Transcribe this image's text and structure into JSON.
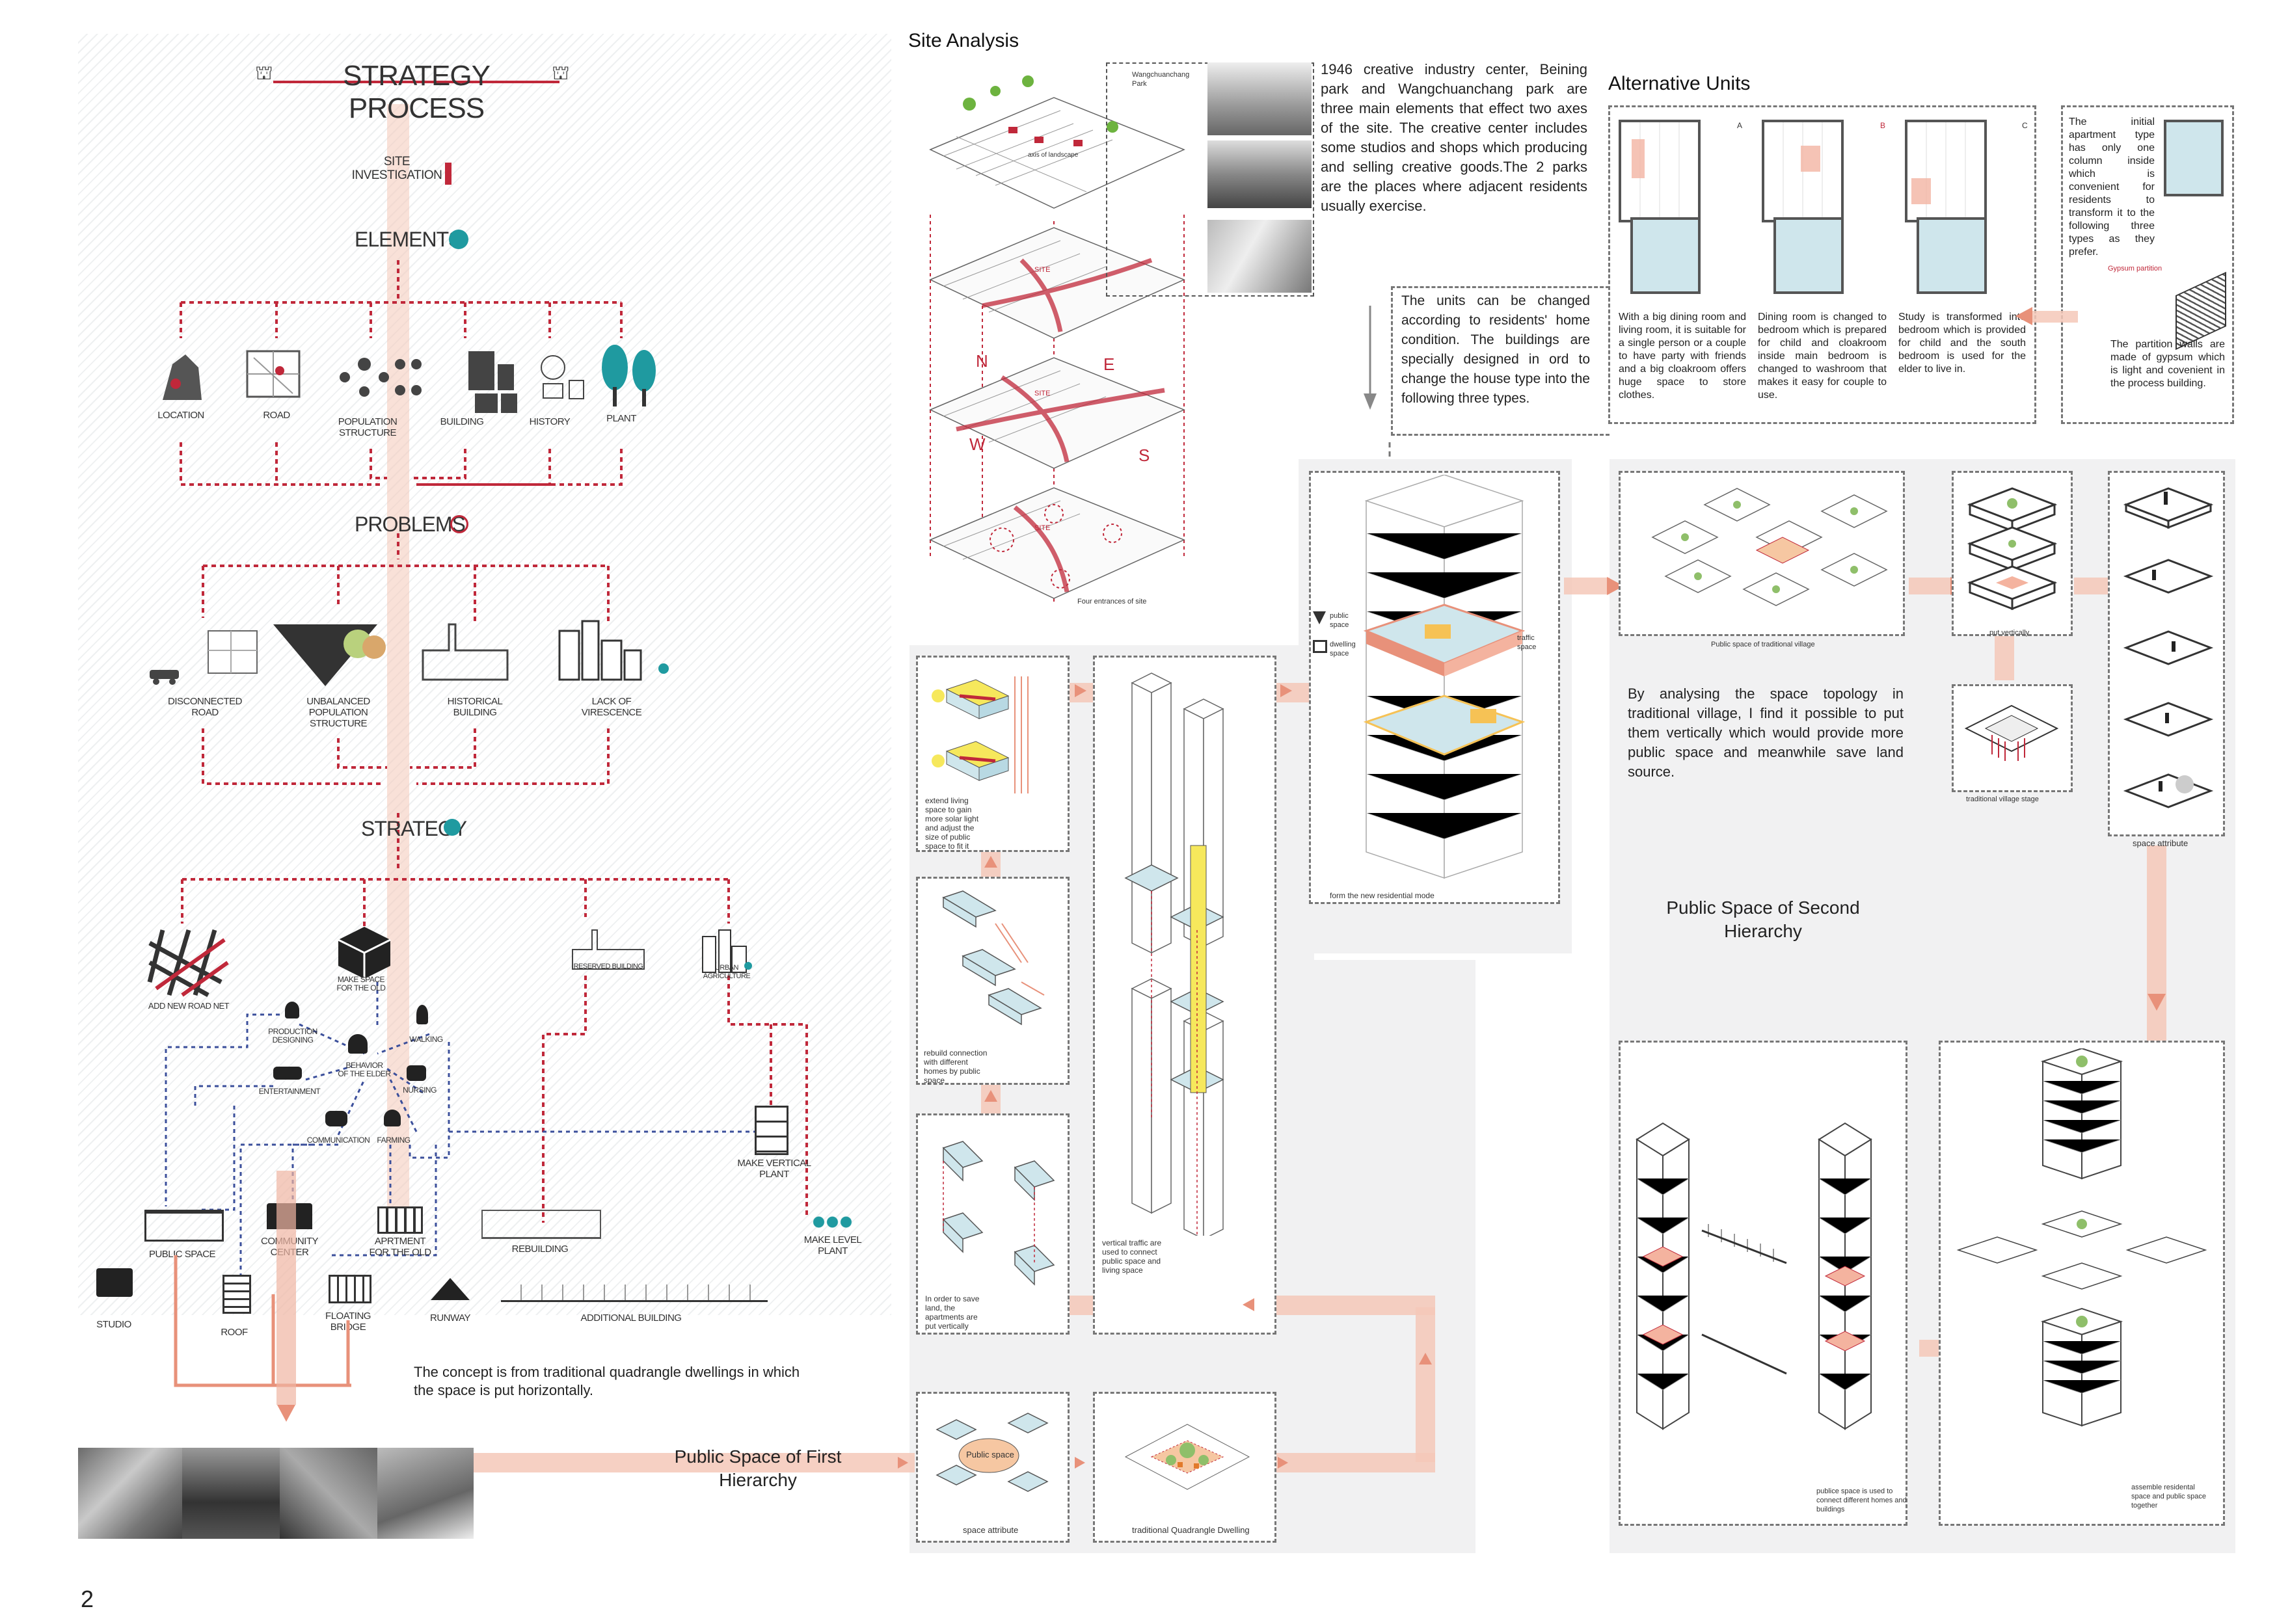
{
  "strategy": {
    "title": "STRATEGY PROCESS",
    "site_investigation": "SITE\nINVESTIGATION",
    "elements_title": "ELEMENTS",
    "elements": [
      "LOCATION",
      "ROAD",
      "POPULATION\nSTRUCTURE",
      "BUILDING",
      "HISTORY",
      "PLANT"
    ],
    "problems_title": "PROBLEMS",
    "problems": [
      "DISCONNECTED\nROAD",
      "UNBALANCED\nPOPULATION\nSTRUCTURE",
      "HISTORICAL\nBUILDING",
      "LACK OF\nVIRESCENCE"
    ],
    "strategy_title": "STRATEGY",
    "strategies": [
      "ADD NEW ROAD NET",
      "MAKE SPACE\nFOR THE OLD",
      "RESERVED BUILDING",
      "URBAN\nAGRICULTURE"
    ],
    "behaviors": [
      "PRODUCTION\nDESIGNING",
      "WALKING",
      "BEHAVIOR\nOF THE ELDER",
      "ENTERTAINMENT",
      "NURSING",
      "COMMUNICATION",
      "FARMING"
    ],
    "outcomes": [
      "MAKE VERTICAL\nPLANT",
      "PUBLIC SPACE",
      "COMMUNITY\nCENTER",
      "APRTMENT\nFOR THE OLD",
      "REBUILDING",
      "MAKE LEVEL\nPLANT",
      "STUDIO",
      "ROOF",
      "FLOATING\nBRIDGE",
      "RUNWAY",
      "ADDITIONAL BUILDING"
    ],
    "concept_text": "The concept is from traditional quadrangle dwellings in which the space is put horizontally."
  },
  "site_analysis": {
    "title": "Site Analysis",
    "text": "1946 creative industry center, Beining park and Wangchuanchang park are three main elements that effect two axes of the site. The creative center includes some studios and shops which producing and selling creative goods.The 2 parks are the places where adjacent residents usually exercise.",
    "park_label": "Wangchuanchang\nPark",
    "axis_label": "axis of landscape",
    "site_label": "SITE",
    "caption": "Four entrances of site"
  },
  "units": {
    "intro": "The units can be changed according to residents' home condition. The buildings are specially designed in ord to change the house type into the following three types.",
    "title": "Alternative Units",
    "letters": [
      "A",
      "B",
      "C"
    ],
    "descriptions": [
      "With a big dining room and living room, it is suitable for a single person or a couple to have party with friends and a big cloakroom offers huge space to store clothes.",
      "Dining room is changed to bedroom which is prepared for child and cloakroom inside main bedroom is changed to washroom that makes it easy for couple to use.",
      "Study is transformed into bedroom which is provided for child and the south bedroom is used for the elder to live in."
    ],
    "side_text": "The initial apartment type has only one column inside which is convenient for residents to transform it to the following three types as they prefer.",
    "partition_label": "Gypsum partition",
    "partition_text": "The partition walls are made of gypsum which is light and covenient in the process building."
  },
  "first_hierarchy": {
    "title": "Public Space of First\nHierarchy",
    "notes": [
      "extend living space to gain more solar light and adjust the size of public space to fit it",
      "rebuild connection with different homes by public space",
      "In order to save land, the apartments are put vertically",
      "vertical traffic are used to connect public space and living space"
    ],
    "public_space_bubble": "Public space",
    "cap_space_attribute": "space attribute",
    "cap_quadrangle": "traditional Quadrangle Dwelling",
    "cap_residential": "form the new residential mode",
    "legend": [
      "public\nspace",
      "dwelling\nspace",
      "traffic\nspace"
    ]
  },
  "second_hierarchy": {
    "title": "Public Space of Second\nHierarchy",
    "analysis_text": "By analysing the space topology in traditional village, I find it possible to put them vertically which would provide more public space and meanwhile save land source.",
    "cap_village": "Public space of traditional village",
    "cap_vertical": "put vertically",
    "cap_stage": "traditional village stage",
    "cap_attribute": "space attribute",
    "cap_connect": "publice space is used to connect different homes and buildings",
    "cap_assemble": "assemble residental space and public space together"
  },
  "page_number": "2",
  "colors": {
    "accent": "#e8917a",
    "red_dash": "#c0283a",
    "blue_dash": "#3b4f9b",
    "panel": "#f1f1f2"
  }
}
